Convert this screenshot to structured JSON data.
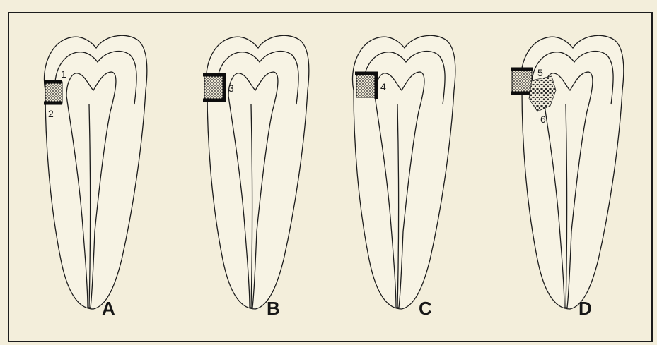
{
  "panels": [
    {
      "letter": "A",
      "callouts": [
        "1",
        "2"
      ]
    },
    {
      "letter": "B",
      "callouts": [
        "3"
      ]
    },
    {
      "letter": "C",
      "callouts": [
        "4"
      ]
    },
    {
      "letter": "D",
      "callouts": [
        "5",
        "6"
      ]
    }
  ],
  "colors": {
    "paper": "#f3eedb",
    "ink": "#1c1c1c"
  }
}
